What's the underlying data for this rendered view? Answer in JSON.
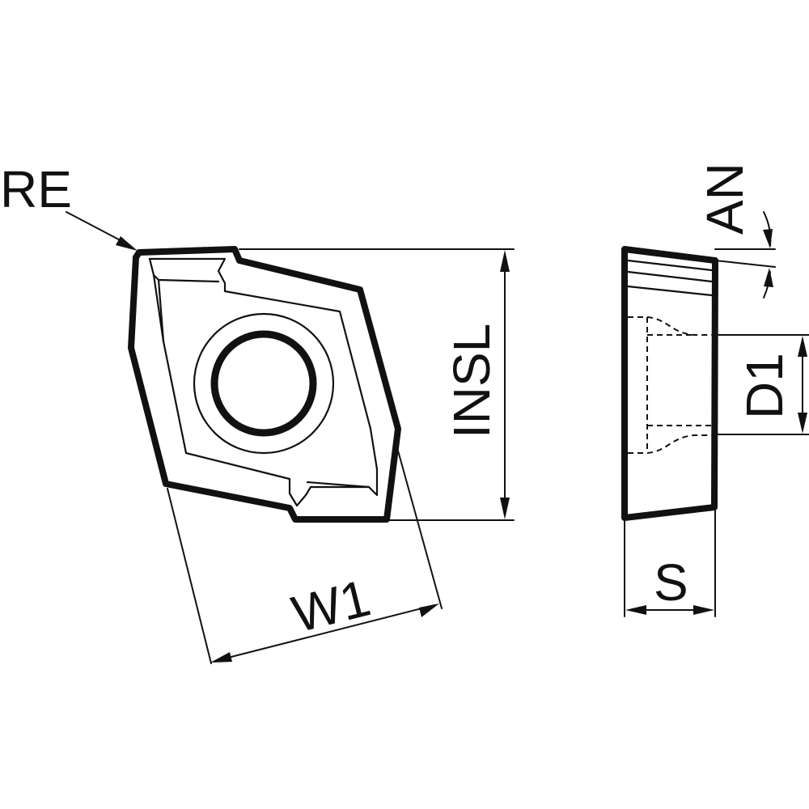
{
  "labels": {
    "corner_radius": "RE",
    "insert_length": "INSL",
    "width": "W1",
    "thickness": "S",
    "clearance_angle": "AN",
    "hole_diameter": "D1"
  }
}
